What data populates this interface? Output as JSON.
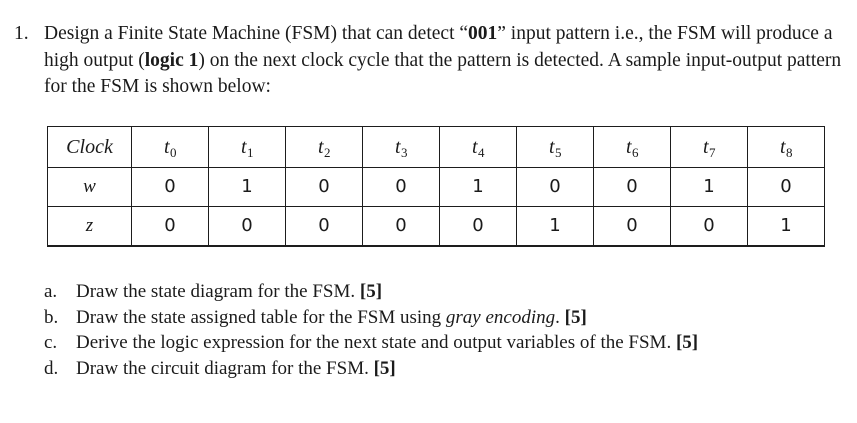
{
  "question": {
    "number": "1.",
    "text_part1": "Design a Finite State Machine (FSM) that can detect “",
    "pattern": "001",
    "text_part2": "” input pattern i.e., the FSM will produce a high output (",
    "logic_bold": "logic 1",
    "text_part3": ") on the next clock cycle that the pattern is detected. A sample input-output pattern for the FSM is shown below:"
  },
  "table": {
    "row_labels": [
      "Clock",
      "w",
      "z"
    ],
    "clock_label": "Clock",
    "w_label": "w",
    "z_label": "z",
    "time_base": "t",
    "time_indices": [
      "0",
      "1",
      "2",
      "3",
      "4",
      "5",
      "6",
      "7",
      "8"
    ],
    "headers": [
      "Clock",
      "t0",
      "t1",
      "t2",
      "t3",
      "t4",
      "t5",
      "t6",
      "t7",
      "t8"
    ],
    "w_values": [
      "0",
      "1",
      "0",
      "0",
      "1",
      "0",
      "0",
      "1",
      "0"
    ],
    "z_values": [
      "0",
      "0",
      "0",
      "0",
      "0",
      "1",
      "0",
      "0",
      "1"
    ]
  },
  "sub_questions": [
    {
      "letter": "a.",
      "text_before": "Draw the state diagram for the FSM.  ",
      "italic": "",
      "text_after": "",
      "marks": "[5]"
    },
    {
      "letter": "b.",
      "text_before": "Draw the state assigned table for the FSM using ",
      "italic": "gray encoding",
      "text_after": ". ",
      "marks": "[5]"
    },
    {
      "letter": "c.",
      "text_before": "Derive the logic expression for the next state and output variables of the FSM. ",
      "italic": "",
      "text_after": "",
      "marks": "[5]"
    },
    {
      "letter": "d.",
      "text_before": "Draw the circuit diagram for the FSM. ",
      "italic": "",
      "text_after": "",
      "marks": "[5]"
    }
  ],
  "colors": {
    "text": "#1b1b1b",
    "border": "#1d1d1d",
    "background": "#ffffff"
  }
}
